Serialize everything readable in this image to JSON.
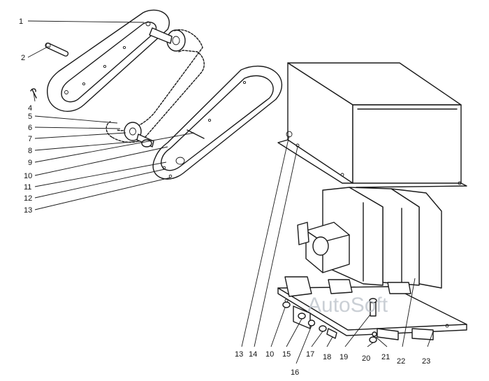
{
  "watermark": "AutoSoft",
  "colors": {
    "ink": "#1a1a1a",
    "watermark": "#b9bfc7",
    "background": "#ffffff"
  },
  "callouts": [
    "1",
    "2",
    "4",
    "5",
    "6",
    "7",
    "8",
    "9",
    "10",
    "11",
    "12",
    "13",
    "13",
    "14",
    "10",
    "15",
    "16",
    "17",
    "18",
    "19",
    "20",
    "21",
    "22",
    "23"
  ]
}
